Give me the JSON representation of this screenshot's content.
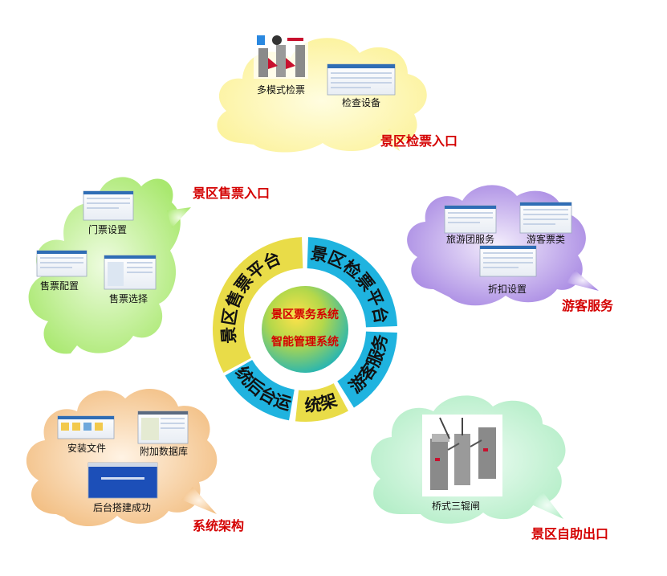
{
  "center": {
    "line1": "景区票务系统",
    "line2": "智能管理系统"
  },
  "ring": [
    {
      "label": "景区售票平台",
      "color": "#e9dc48"
    },
    {
      "label": "景区检票平台",
      "color": "#1fb3df"
    },
    {
      "label": "游客服务",
      "color": "#1fb3df"
    },
    {
      "label": "系统架构",
      "color": "#e9dc48"
    },
    {
      "label": "系统后台运维",
      "color": "#1fb3df"
    },
    {
      "label": "景区售票平台",
      "color": "#e9dc48"
    }
  ],
  "clouds": {
    "checkin": {
      "title": "景区检票入口",
      "items": [
        "多模式检票",
        "检查设备"
      ]
    },
    "ticketing": {
      "title": "景区售票入口",
      "items": [
        "门票设置",
        "售票配置",
        "售票选择"
      ]
    },
    "visitor": {
      "title": "游客服务",
      "items": [
        "旅游团服务",
        "游客票类",
        "折扣设置"
      ]
    },
    "architecture": {
      "title": "系统架构",
      "items": [
        "安装文件",
        "附加数据库",
        "后台搭建成功"
      ]
    },
    "exit": {
      "title": "景区自助出口",
      "items": [
        "桥式三辊闸"
      ]
    }
  },
  "colors": {
    "cloud_yellow": "#fdf5a8",
    "cloud_green": "#b9ef86",
    "cloud_purple": "#b79ce8",
    "cloud_orange": "#f6cc98",
    "cloud_mint": "#c8f4d8",
    "title_red": "#d40000"
  }
}
